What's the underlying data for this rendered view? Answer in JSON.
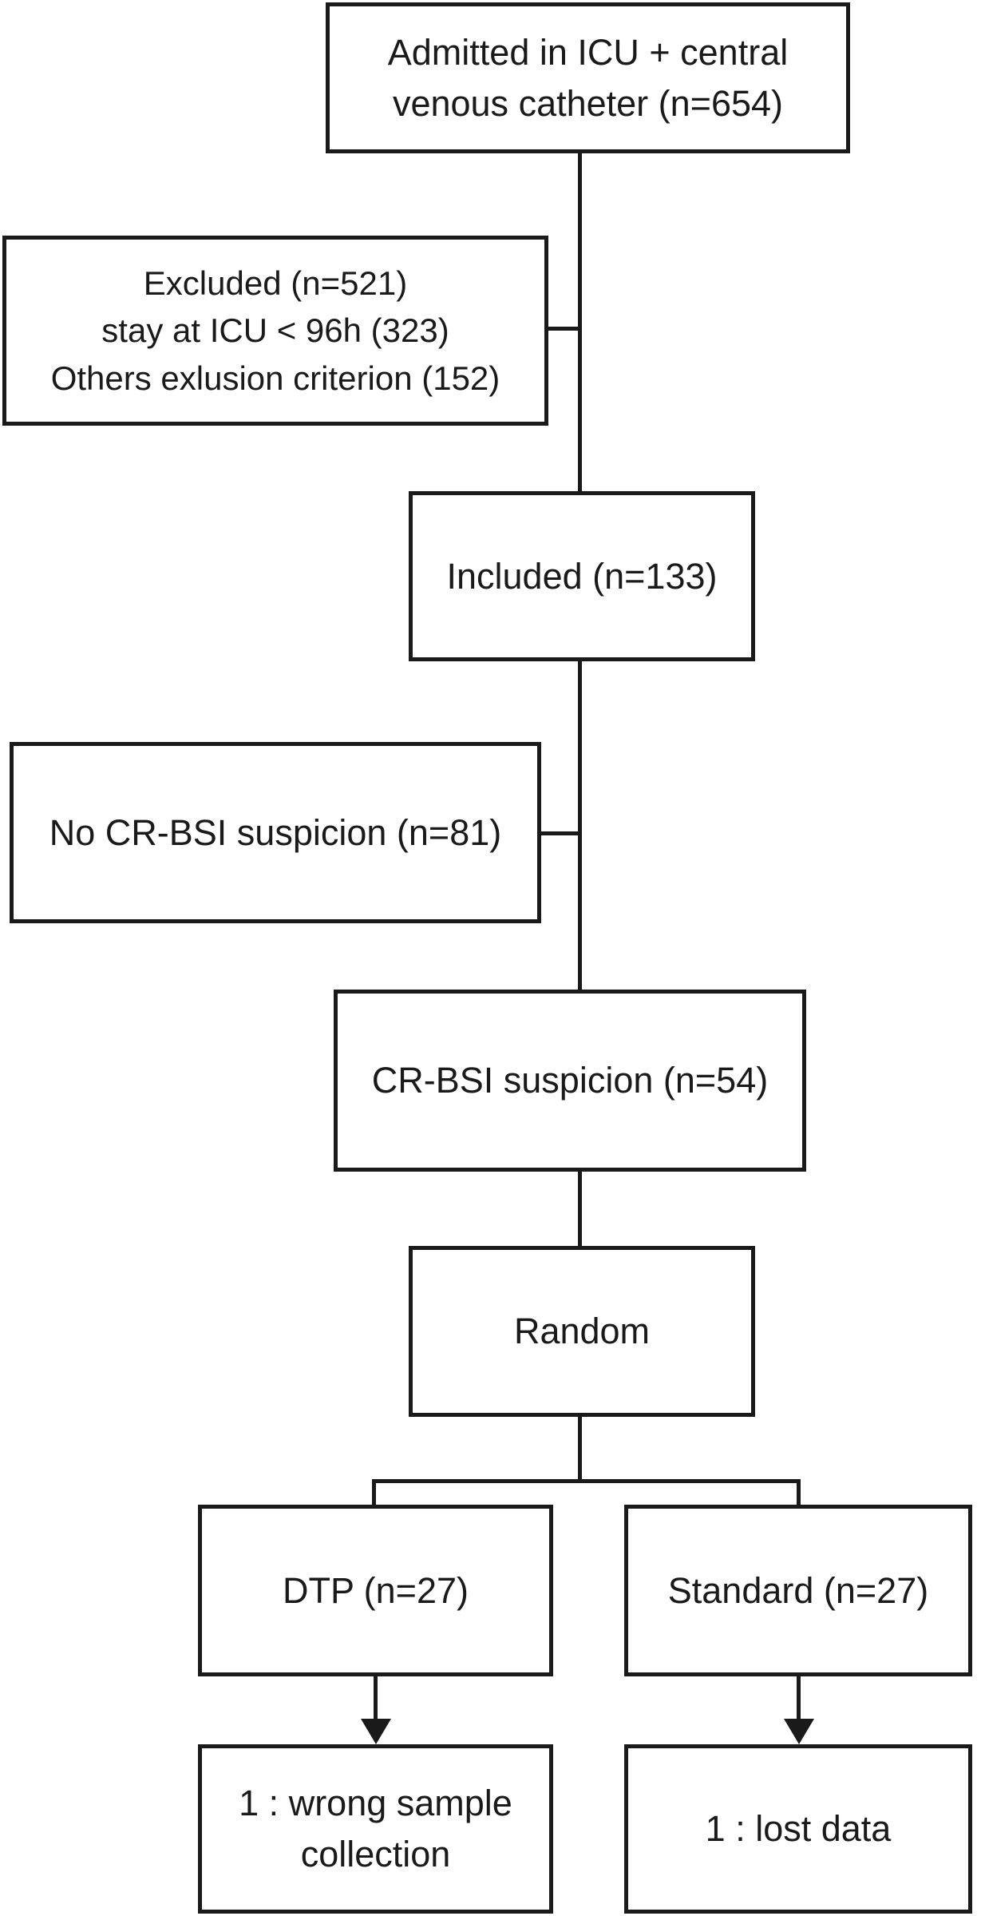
{
  "diagram": {
    "type": "flowchart",
    "background_color": "#ffffff",
    "line_color": "#1a1a1a",
    "boxes": {
      "admitted": {
        "lines": [
          "Admitted in ICU + central",
          "venous catheter (n=654)"
        ],
        "n": 654
      },
      "excluded": {
        "lines": [
          "Excluded (n=521)",
          "stay at ICU < 96h (323)",
          "Others exlusion criterion (152)"
        ],
        "n": 521
      },
      "included": {
        "lines": [
          "Included (n=133)"
        ],
        "n": 133
      },
      "no_suspicion": {
        "lines": [
          "No CR-BSI suspicion (n=81)"
        ],
        "n": 81
      },
      "suspicion": {
        "lines": [
          "CR-BSI suspicion (n=54)"
        ],
        "n": 54
      },
      "random": {
        "lines": [
          "Random"
        ]
      },
      "dtp": {
        "lines": [
          "DTP (n=27)"
        ],
        "n": 27
      },
      "standard": {
        "lines": [
          "Standard (n=27)"
        ],
        "n": 27
      },
      "dtp_outcome": {
        "lines": [
          "1 : wrong sample",
          "collection"
        ],
        "n": 1
      },
      "standard_outcome": {
        "lines": [
          "1 : lost data"
        ],
        "n": 1
      }
    },
    "flow": [
      {
        "from": "admitted",
        "to": "included",
        "style": "plain"
      },
      {
        "from": "admitted",
        "to": "excluded",
        "style": "plain-branch"
      },
      {
        "from": "included",
        "to": "suspicion",
        "style": "plain"
      },
      {
        "from": "included",
        "to": "no_suspicion",
        "style": "plain-branch"
      },
      {
        "from": "suspicion",
        "to": "random",
        "style": "plain"
      },
      {
        "from": "random",
        "to": "dtp",
        "style": "plain-split"
      },
      {
        "from": "random",
        "to": "standard",
        "style": "plain-split"
      },
      {
        "from": "dtp",
        "to": "dtp_outcome",
        "style": "arrow"
      },
      {
        "from": "standard",
        "to": "standard_outcome",
        "style": "arrow"
      }
    ]
  }
}
